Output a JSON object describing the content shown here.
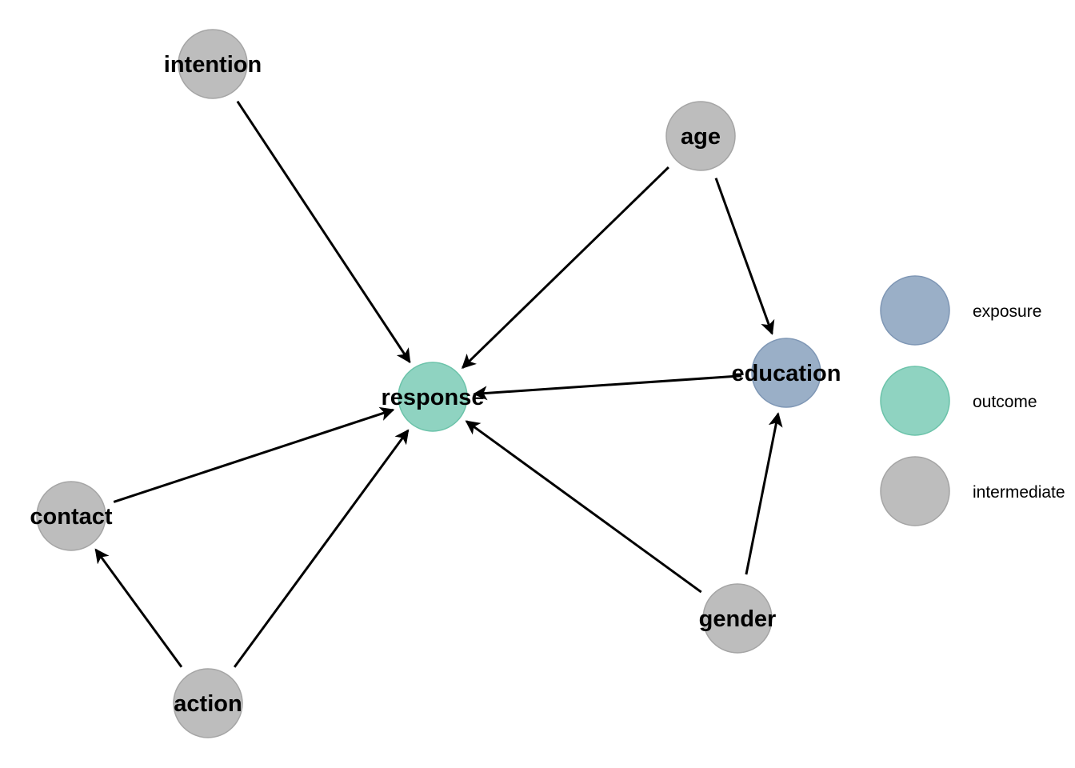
{
  "colors": {
    "exposure": "#9aafc7",
    "outcome": "#8fd3c1",
    "intermediate": "#bdbdbd",
    "exposure_stroke": "#7f97b5",
    "outcome_stroke": "#6cc3aa",
    "intermediate_stroke": "#a5a5a5",
    "edge": "#000000"
  },
  "nodes": [
    {
      "id": "intention",
      "label": "intention",
      "role": "intermediate"
    },
    {
      "id": "age",
      "label": "age",
      "role": "intermediate"
    },
    {
      "id": "response",
      "label": "response",
      "role": "outcome"
    },
    {
      "id": "education",
      "label": "education",
      "role": "exposure"
    },
    {
      "id": "contact",
      "label": "contact",
      "role": "intermediate"
    },
    {
      "id": "gender",
      "label": "gender",
      "role": "intermediate"
    },
    {
      "id": "action",
      "label": "action",
      "role": "intermediate"
    }
  ],
  "edges": [
    {
      "from": "intention",
      "to": "response"
    },
    {
      "from": "age",
      "to": "response"
    },
    {
      "from": "age",
      "to": "education"
    },
    {
      "from": "education",
      "to": "response"
    },
    {
      "from": "contact",
      "to": "response"
    },
    {
      "from": "action",
      "to": "contact"
    },
    {
      "from": "action",
      "to": "response"
    },
    {
      "from": "gender",
      "to": "response"
    },
    {
      "from": "gender",
      "to": "education"
    }
  ],
  "legend": [
    {
      "role": "exposure",
      "label": "exposure"
    },
    {
      "role": "outcome",
      "label": "outcome"
    },
    {
      "role": "intermediate",
      "label": "intermediate"
    }
  ]
}
